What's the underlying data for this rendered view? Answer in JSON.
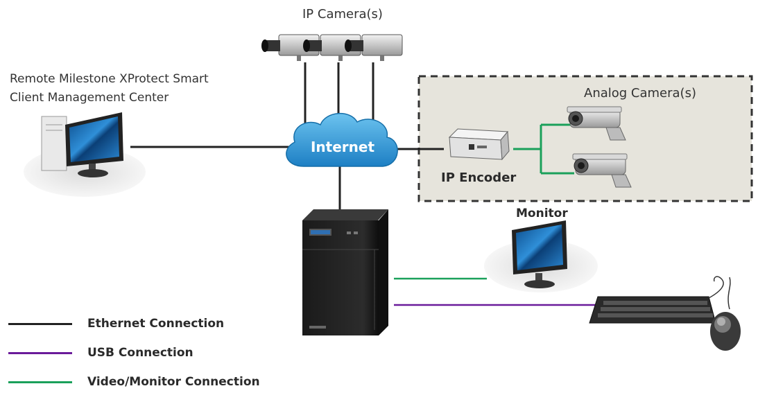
{
  "labels": {
    "ip_cameras": "IP Camera(s)",
    "remote_client_line1": "Remote Milestone XProtect Smart",
    "remote_client_line2": "Client Management Center",
    "analog_cameras": "Analog Camera(s)",
    "internet": "Internet",
    "ip_encoder": "IP Encoder",
    "monitor": "Monitor"
  },
  "legend": [
    {
      "label": "Ethernet Connection",
      "color": "#222222"
    },
    {
      "label": "USB Connection",
      "color": "#6a1b9a"
    },
    {
      "label": "Video/Monitor Connection",
      "color": "#1aa05a"
    }
  ],
  "colors": {
    "ethernet": "#222222",
    "usb": "#6a1b9a",
    "video": "#1aa05a",
    "cloud": "#2a93d5",
    "analog_zone_bg": "#e6e4dc"
  },
  "icons": [
    "ip-camera-icon",
    "desktop-computer-icon",
    "internet-cloud-icon",
    "ip-encoder-icon",
    "analog-camera-icon",
    "nvr-server-icon",
    "monitor-icon",
    "keyboard-icon",
    "mouse-icon"
  ]
}
